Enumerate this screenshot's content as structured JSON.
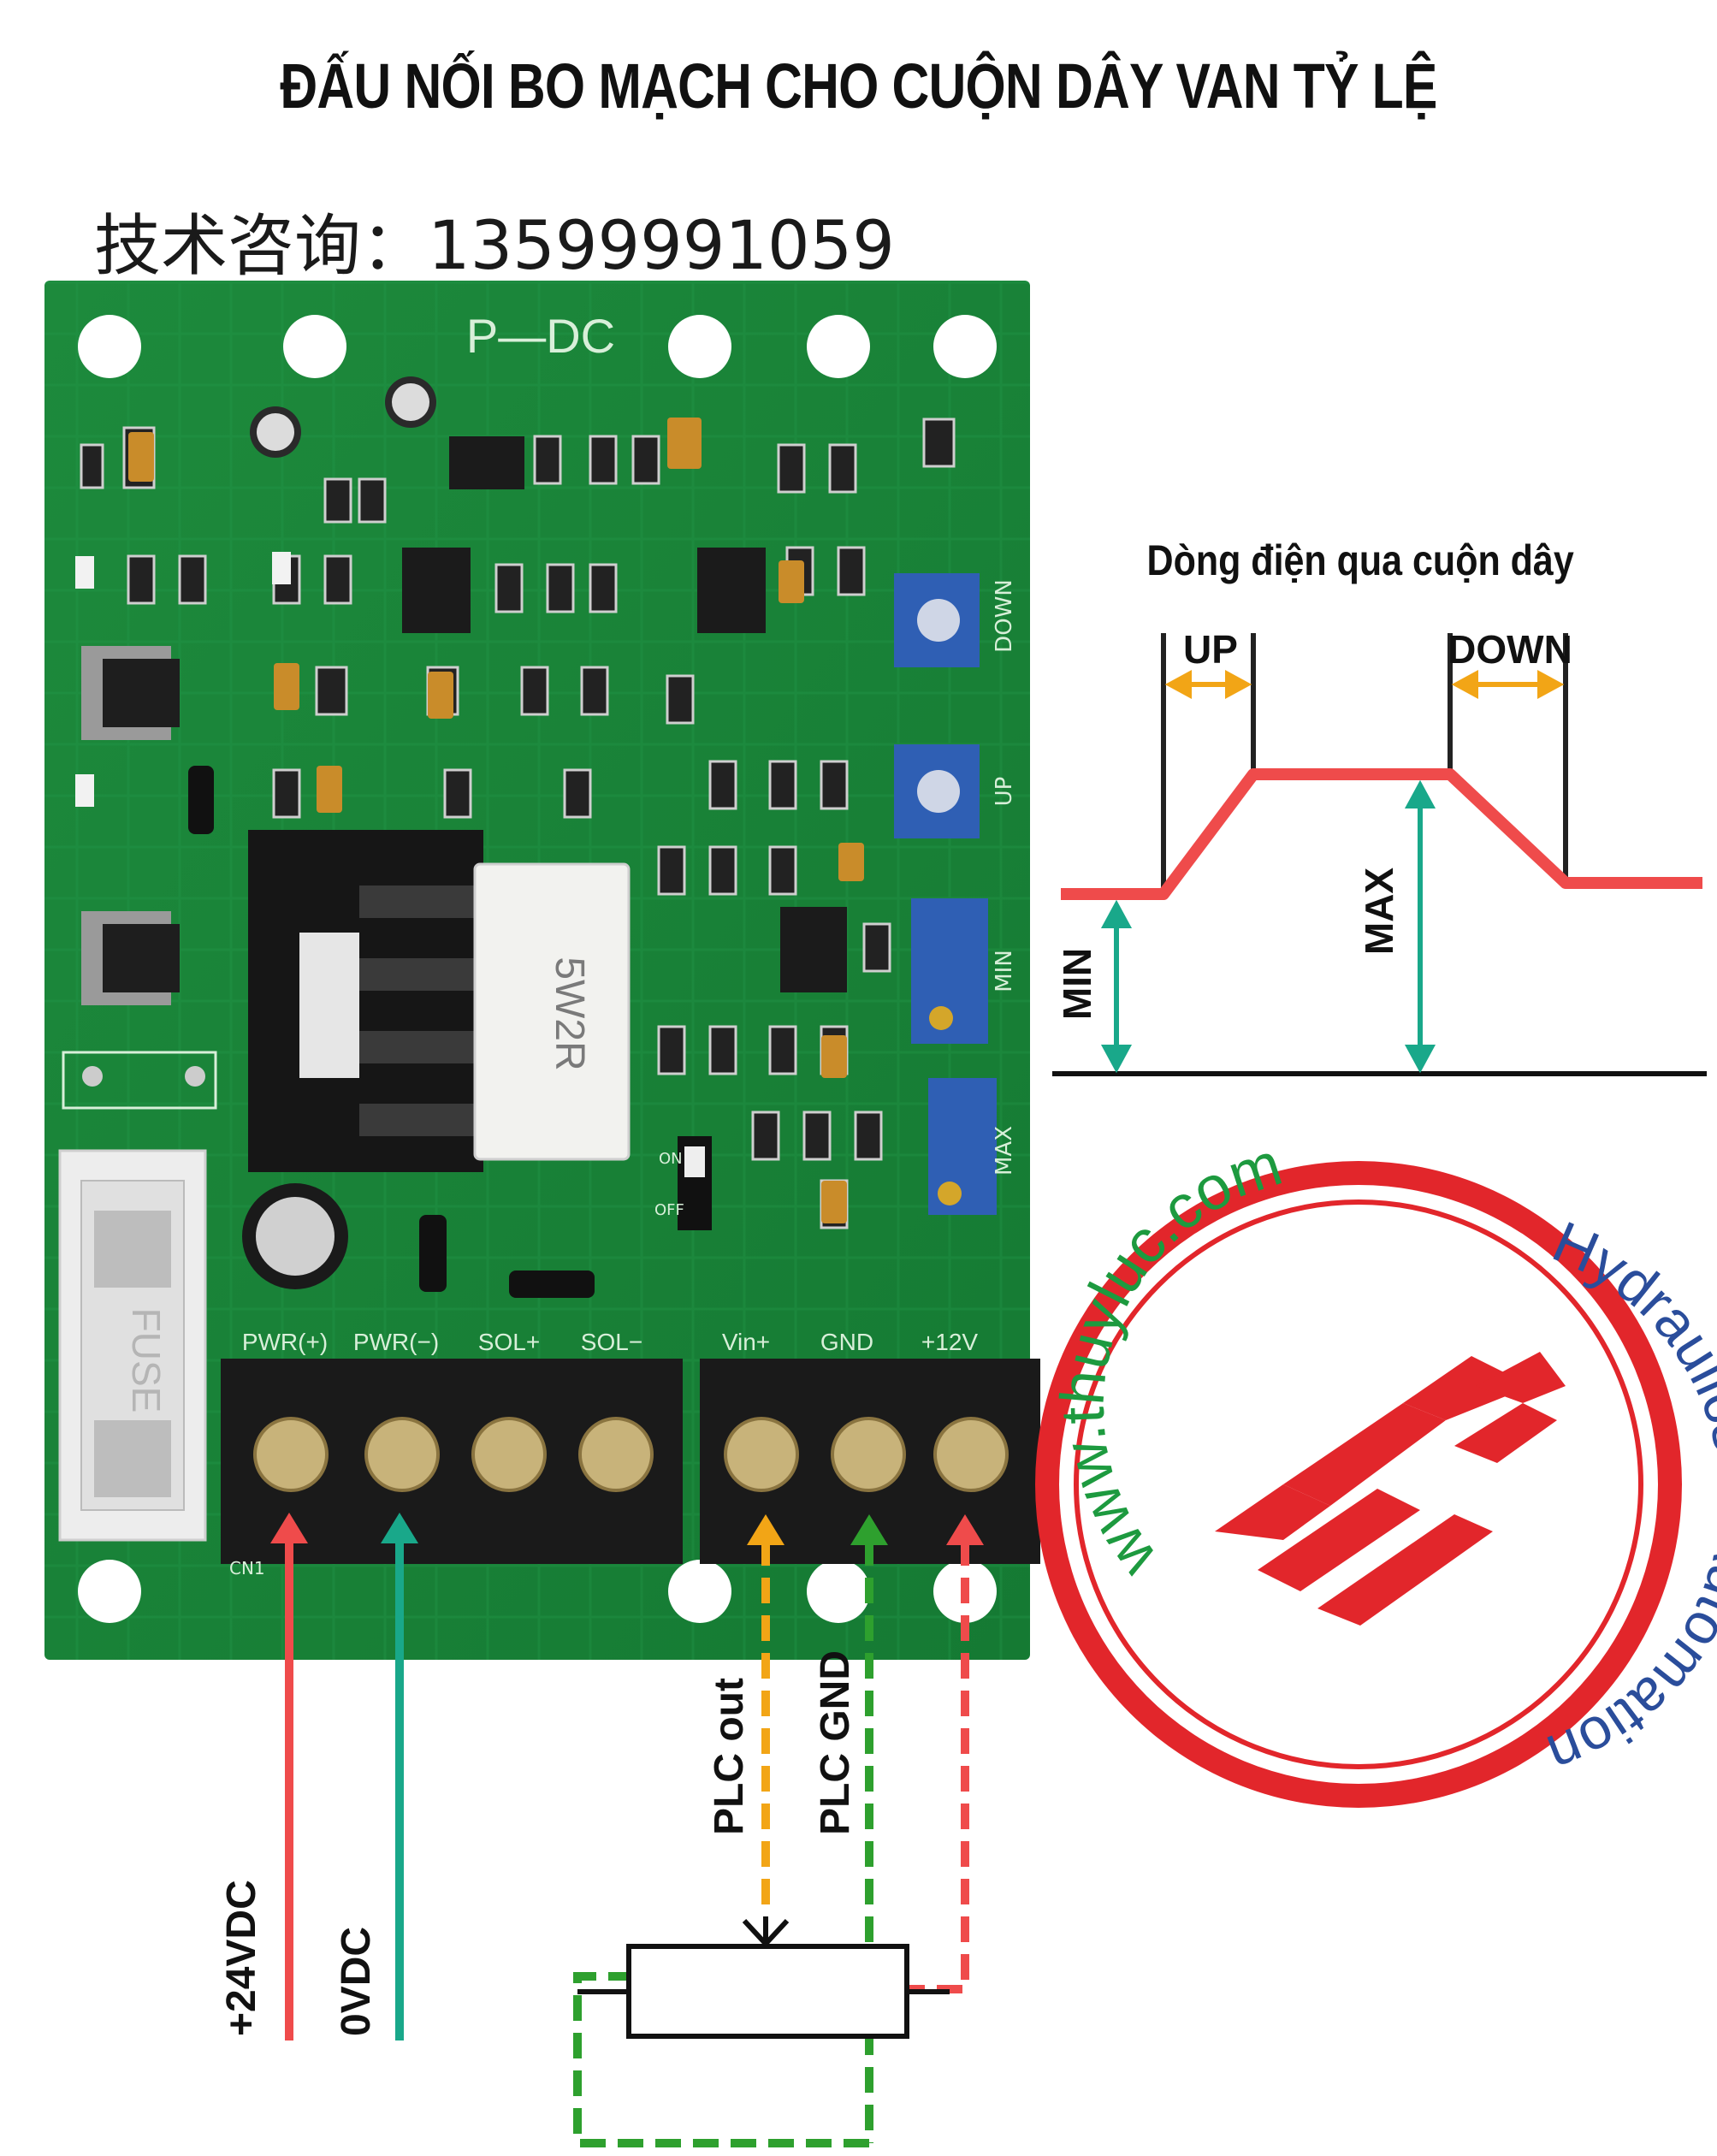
{
  "title": "ĐẤU NỐI BO MẠCH CHO CUỘN DÂY VAN TỶ LỆ",
  "hotline": "技术咨询：13599991059",
  "board": {
    "model": "P—DC",
    "terminal_labels": [
      "PWR(+)",
      "PWR(−)",
      "SOL+",
      "SOL−",
      "Vin+",
      "GND",
      "+12V"
    ],
    "pot_labels": [
      "DOWN",
      "UP",
      "MIN",
      "MAX"
    ],
    "resistor_marking": "5W2R",
    "connector_ref": "CN1",
    "fuse_text": "FUSE",
    "switch_on": "ON",
    "switch_off": "OFF"
  },
  "wiring": {
    "pwr_plus_label": "+24VDC",
    "pwr_minus_label": "0VDC",
    "plc_out_label": "PLC out",
    "plc_gnd_label": "PLC GND",
    "colors": {
      "pwr_plus": "#ef4b4b",
      "pwr_minus": "#19a88a",
      "plc_out": "#f2a516",
      "plc_gnd": "#2ea02e",
      "plus12": "#ef4b4b"
    }
  },
  "current_chart": {
    "title": "Dòng điện qua cuộn dây",
    "up_label": "UP",
    "down_label": "DOWN",
    "min_label": "MIN",
    "max_label": "MAX",
    "curve_color": "#ef4b4b",
    "arrow_color": "#f2a516",
    "level_arrow_color": "#19a88a"
  },
  "logo": {
    "top_text": "www.thuyluc.com",
    "side_text": "Hydraulics & Automation",
    "ring_color": "#e2262b",
    "text_green": "#1d9a3f",
    "text_blue": "#2a4d9b"
  }
}
